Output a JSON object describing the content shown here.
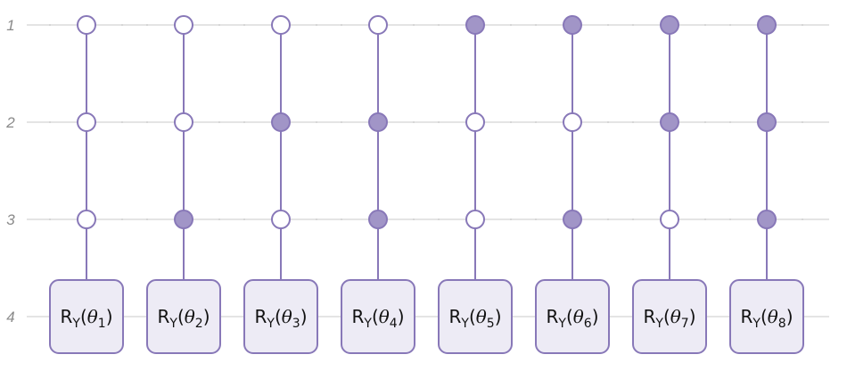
{
  "diagram": {
    "type": "quantum-circuit",
    "qubits": [
      {
        "label": "1"
      },
      {
        "label": "2"
      },
      {
        "label": "3"
      },
      {
        "label": "4"
      }
    ],
    "target_qubit_index": 3,
    "gates": [
      {
        "name": "R",
        "axis": "Y",
        "param": "θ",
        "index": "1",
        "controls": [
          "open",
          "open",
          "open"
        ]
      },
      {
        "name": "R",
        "axis": "Y",
        "param": "θ",
        "index": "2",
        "controls": [
          "open",
          "open",
          "filled"
        ]
      },
      {
        "name": "R",
        "axis": "Y",
        "param": "θ",
        "index": "3",
        "controls": [
          "open",
          "filled",
          "open"
        ]
      },
      {
        "name": "R",
        "axis": "Y",
        "param": "θ",
        "index": "4",
        "controls": [
          "open",
          "filled",
          "filled"
        ]
      },
      {
        "name": "R",
        "axis": "Y",
        "param": "θ",
        "index": "5",
        "controls": [
          "filled",
          "open",
          "open"
        ]
      },
      {
        "name": "R",
        "axis": "Y",
        "param": "θ",
        "index": "6",
        "controls": [
          "filled",
          "open",
          "filled"
        ]
      },
      {
        "name": "R",
        "axis": "Y",
        "param": "θ",
        "index": "7",
        "controls": [
          "filled",
          "filled",
          "open"
        ]
      },
      {
        "name": "R",
        "axis": "Y",
        "param": "θ",
        "index": "8",
        "controls": [
          "filled",
          "filled",
          "filled"
        ]
      }
    ],
    "colors": {
      "control_stroke": "#8878b8",
      "control_fill": "#a195c7",
      "gate_fill": "#edebf5",
      "wire": "#dcdcdc",
      "label": "#8a8a8a"
    }
  }
}
